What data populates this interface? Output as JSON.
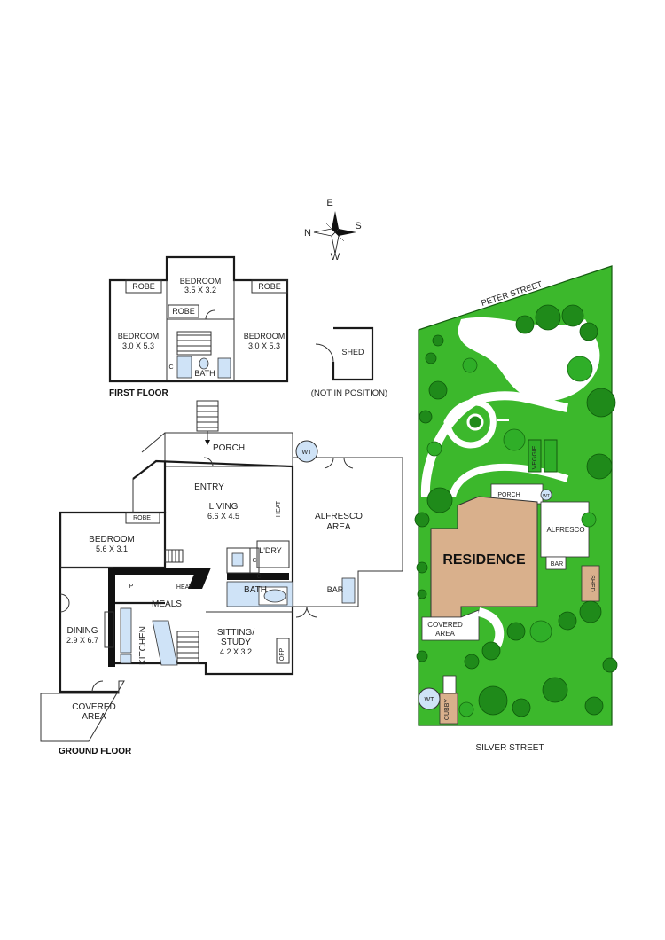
{
  "compass": {
    "n": "N",
    "e": "E",
    "s": "S",
    "w": "W"
  },
  "first_floor": {
    "title": "FIRST FLOOR",
    "bedroom_top": {
      "name": "BEDROOM",
      "dims": "3.5 X 3.2"
    },
    "bedroom_left": {
      "name": "BEDROOM",
      "dims": "3.0 X 5.3"
    },
    "bedroom_right": {
      "name": "BEDROOM",
      "dims": "3.0 X 5.3"
    },
    "robe": "ROBE",
    "bath": "BATH",
    "c": "C"
  },
  "shed": {
    "name": "SHED",
    "note": "(NOT IN POSITION)"
  },
  "ground_floor": {
    "title": "GROUND FLOOR",
    "porch": "PORCH",
    "wt": "WT",
    "entry": "ENTRY",
    "living": {
      "name": "LIVING",
      "dims": "6.6 X 4.5"
    },
    "alfresco": {
      "line1": "ALFRESCO",
      "line2": "AREA"
    },
    "heat": "HEAT",
    "robe": "ROBE",
    "bedroom": {
      "name": "BEDROOM",
      "dims": "5.6 X 3.1"
    },
    "ldry": "L'DRY",
    "c": "C",
    "bath": "BATH",
    "p": "P",
    "meals": "MEALS",
    "bar": "BAR",
    "dining": {
      "name": "DINING",
      "dims": "2.9 X 6.7"
    },
    "kitchen": "KITCHEN",
    "sitting": {
      "line1": "SITTING/",
      "line2": "STUDY",
      "dims": "4.2 X 3.2"
    },
    "ofp": "OFP",
    "covered": {
      "line1": "COVERED",
      "line2": "AREA"
    }
  },
  "site": {
    "peter_street": "PETER STREET",
    "silver_street": "SILVER STREET",
    "residence": "RESIDENCE",
    "porch": "PORCH",
    "wt": "WT",
    "alfresco": "ALFRESCO",
    "bar": "BAR",
    "shed": "SHED",
    "veggie": "VEGGIE",
    "covered": {
      "line1": "COVERED",
      "line2": "AREA"
    },
    "cubby": "CUBBY"
  },
  "colors": {
    "grass": "#3cb82c",
    "tree_dark": "#1f8a1a",
    "residence": "#d9b08c",
    "fixture_blue": "#cfe3f7"
  }
}
